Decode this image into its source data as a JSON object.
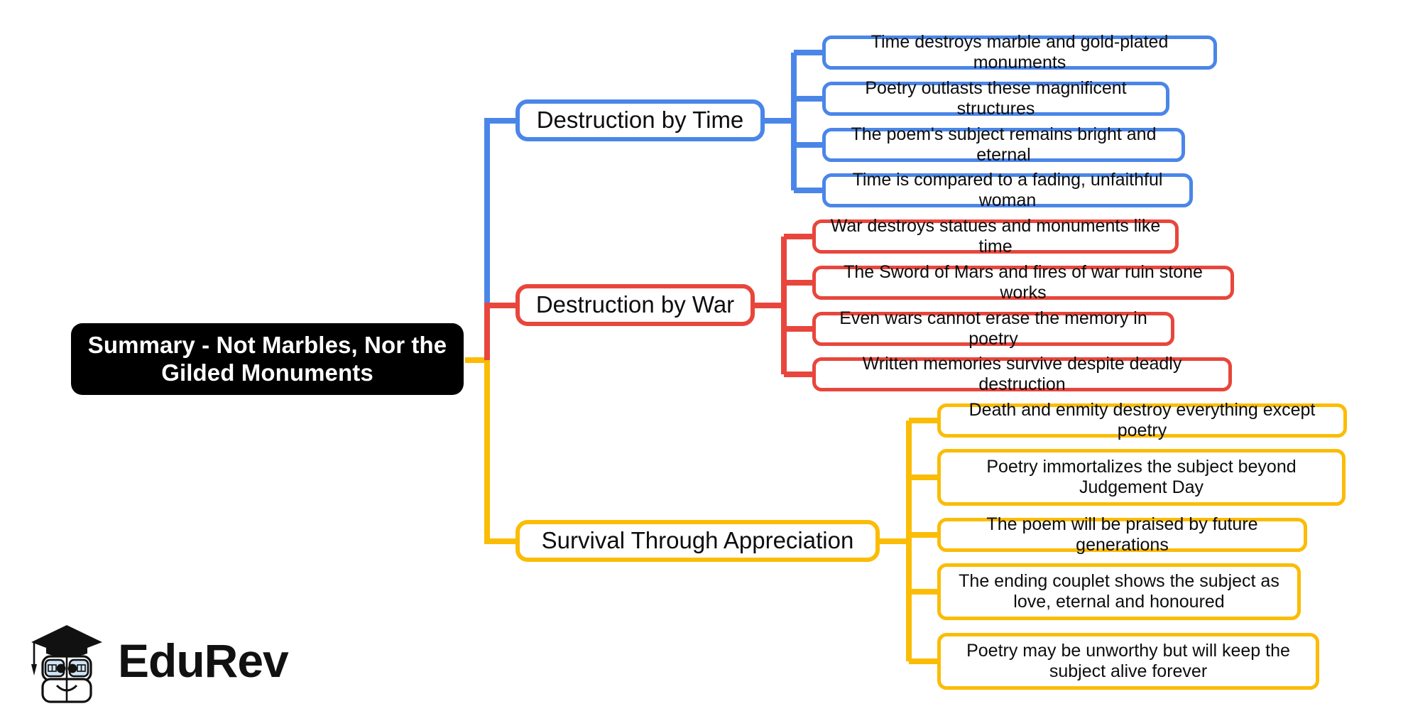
{
  "diagram": {
    "type": "mind-map",
    "title": "Summary - Not Marbles, Nor the Gilded Monuments",
    "orientation": "left-to-right",
    "colors": {
      "root_background": "#000000",
      "root_text": "#ffffff",
      "branch_time": "#4a86e8",
      "branch_war": "#e8463c",
      "branch_survival": "#fbbc05",
      "node_background": "#ffffff",
      "node_text": "#0d0d0d",
      "canvas": "#ffffff"
    },
    "root": {
      "label": "Summary - Not Marbles, Nor the Gilded Monuments",
      "line1": "Summary - Not Marbles, Nor",
      "line2": "the Gilded Monuments"
    },
    "branches": [
      {
        "id": "destruction-by-time",
        "label": "Destruction by Time",
        "color": "#4a86e8",
        "children": [
          {
            "label": "Time destroys marble and gold-plated monuments"
          },
          {
            "label": "Poetry outlasts these magnificent structures"
          },
          {
            "label": "The poem's subject remains bright and eternal"
          },
          {
            "label": "Time is compared to a fading, unfaithful woman"
          }
        ]
      },
      {
        "id": "destruction-by-war",
        "label": "Destruction by War",
        "color": "#e8463c",
        "children": [
          {
            "label": "War destroys statues and monuments like time"
          },
          {
            "label": "The Sword of Mars and fires of war ruin stone works"
          },
          {
            "label": "Even wars cannot erase the memory in poetry"
          },
          {
            "label": "Written memories survive despite deadly destruction"
          }
        ]
      },
      {
        "id": "survival-through-appreciation",
        "label": "Survival Through Appreciation",
        "color": "#fbbc05",
        "children": [
          {
            "label": "Death and enmity destroy everything except poetry"
          },
          {
            "label": "Poetry immortalizes the subject beyond Judgement Day"
          },
          {
            "label": "The poem will be praised by future generations"
          },
          {
            "label": "The ending couplet shows the subject as love, eternal and honoured"
          },
          {
            "label": "Poetry may be unworthy but will keep the subject alive forever"
          }
        ]
      }
    ]
  },
  "branding": {
    "name": "EduRev",
    "logo_icon": "graduation-cap-book-mascot-icon"
  }
}
